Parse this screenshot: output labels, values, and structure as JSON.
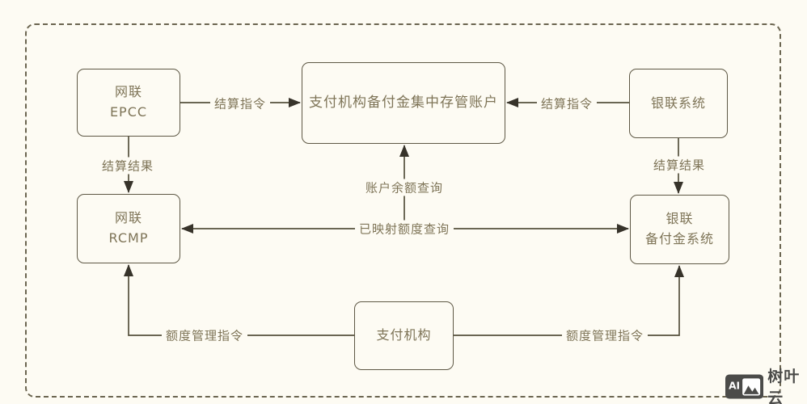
{
  "palette": {
    "bg": "#FDFBF3",
    "line": "#55503C",
    "text": "#7E7457",
    "dash": "#6B6550",
    "arrow": "#37332A",
    "wm": "#4B4B49"
  },
  "nodes": {
    "epcc": {
      "line1": "网联",
      "line2": "EPCC"
    },
    "custody_account": {
      "label": "支付机构备付金集中存管账户"
    },
    "unionpay_system": {
      "label": "银联系统"
    },
    "rcmp": {
      "line1": "网联",
      "line2": "RCMP"
    },
    "unionpay_reserve": {
      "line1": "银联",
      "line2": "备付金系统"
    },
    "payment_institution": {
      "label": "支付机构"
    }
  },
  "edge_labels": {
    "settle_instruction_left": "结算指令",
    "settle_instruction_right": "结算指令",
    "settle_result_left": "结算结果",
    "settle_result_right": "结算结果",
    "balance_query": "账户余额查询",
    "mapped_quota_query": "已映射额度查询",
    "quota_mgmt_left": "额度管理指令",
    "quota_mgmt_right": "额度管理指令"
  },
  "watermark": {
    "icon_text": "AI",
    "label": "树叶云"
  }
}
